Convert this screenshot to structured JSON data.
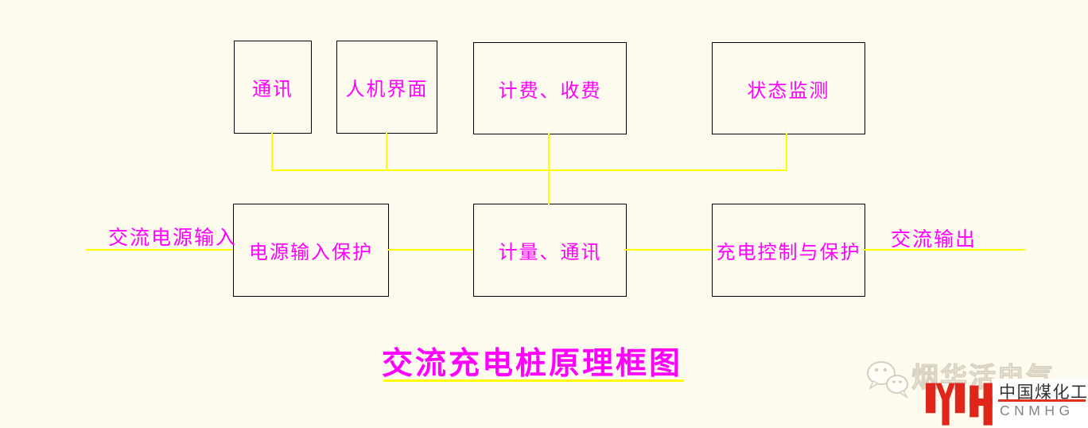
{
  "diagram": {
    "title": "交流充电桩原理框图",
    "top_boxes": [
      {
        "id": "communication",
        "label": "通讯"
      },
      {
        "id": "hmi",
        "label": "人机界面"
      },
      {
        "id": "billing",
        "label": "计费、收费"
      },
      {
        "id": "status-monitor",
        "label": "状态监测"
      }
    ],
    "mid_boxes": [
      {
        "id": "power-input-protection",
        "label": "电源输入保护"
      },
      {
        "id": "metering-comm",
        "label": "计量、通讯"
      },
      {
        "id": "charge-control-protection",
        "label": "充电控制与保护"
      }
    ],
    "input_label": "交流电源输入",
    "output_label": "交流输出"
  },
  "watermark": {
    "icon": "wechat-icon",
    "text": "烟华活电气"
  },
  "logo": {
    "monogram": "MYH",
    "name_cn": "中国煤化工",
    "name_en": "CNMHG"
  },
  "colors": {
    "background": "#FDFBEE",
    "box_border": "#000000",
    "text_magenta": "#FF00FF",
    "line_yellow": "#FFFF00",
    "logo_red": "#E0301E",
    "logo_cn_text": "#34322C",
    "logo_en_text": "#87847C"
  }
}
